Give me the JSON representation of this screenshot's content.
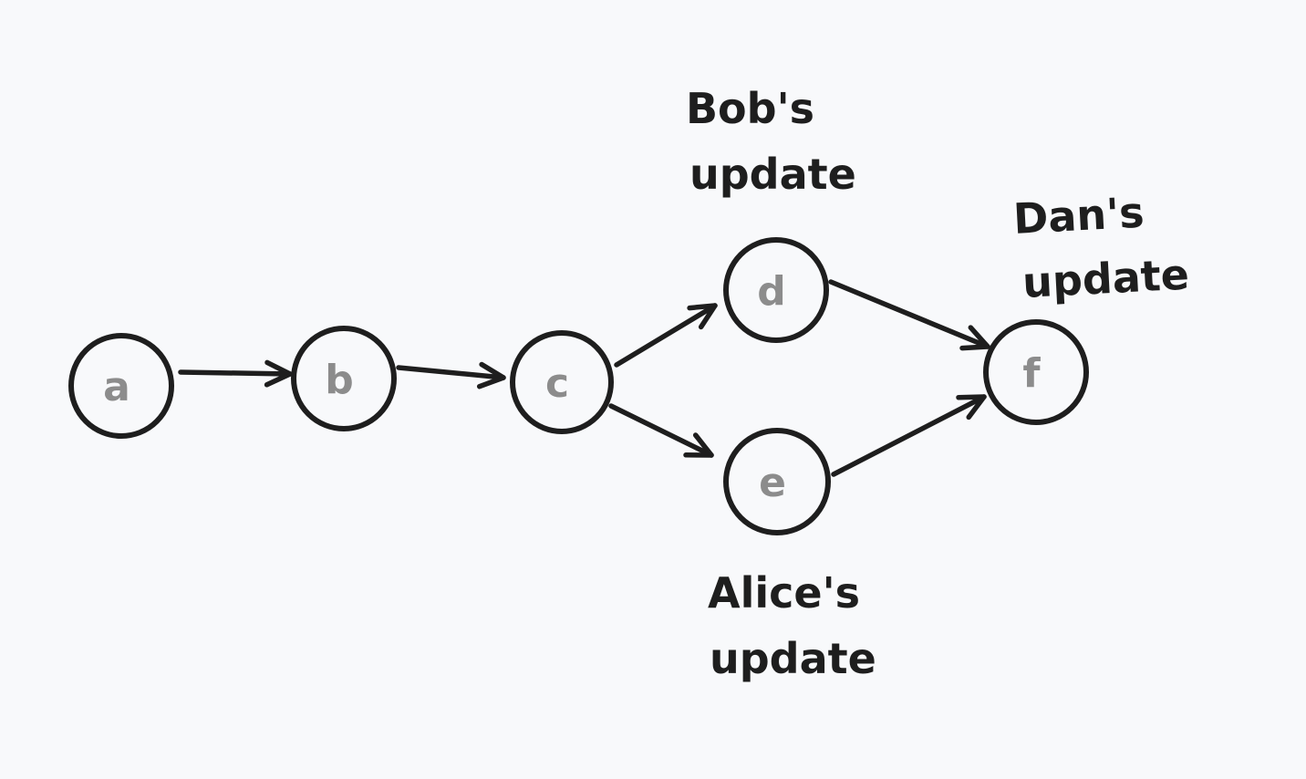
{
  "nodes": [
    {
      "id": "a",
      "label": "a"
    },
    {
      "id": "b",
      "label": "b"
    },
    {
      "id": "c",
      "label": "c"
    },
    {
      "id": "d",
      "label": "d"
    },
    {
      "id": "e",
      "label": "e"
    },
    {
      "id": "f",
      "label": "f"
    }
  ],
  "edges": [
    {
      "from": "a",
      "to": "b"
    },
    {
      "from": "b",
      "to": "c"
    },
    {
      "from": "c",
      "to": "d"
    },
    {
      "from": "c",
      "to": "e"
    },
    {
      "from": "d",
      "to": "f"
    },
    {
      "from": "e",
      "to": "f"
    }
  ],
  "annotations": {
    "bob": [
      "Bob's",
      "update"
    ],
    "alice": [
      "Alice's",
      "update"
    ],
    "dan": [
      "Dan's",
      "update"
    ]
  },
  "colors": {
    "background": "#f8f9fb",
    "stroke": "#1e1e1e",
    "node_label": "#8c8c8c"
  }
}
